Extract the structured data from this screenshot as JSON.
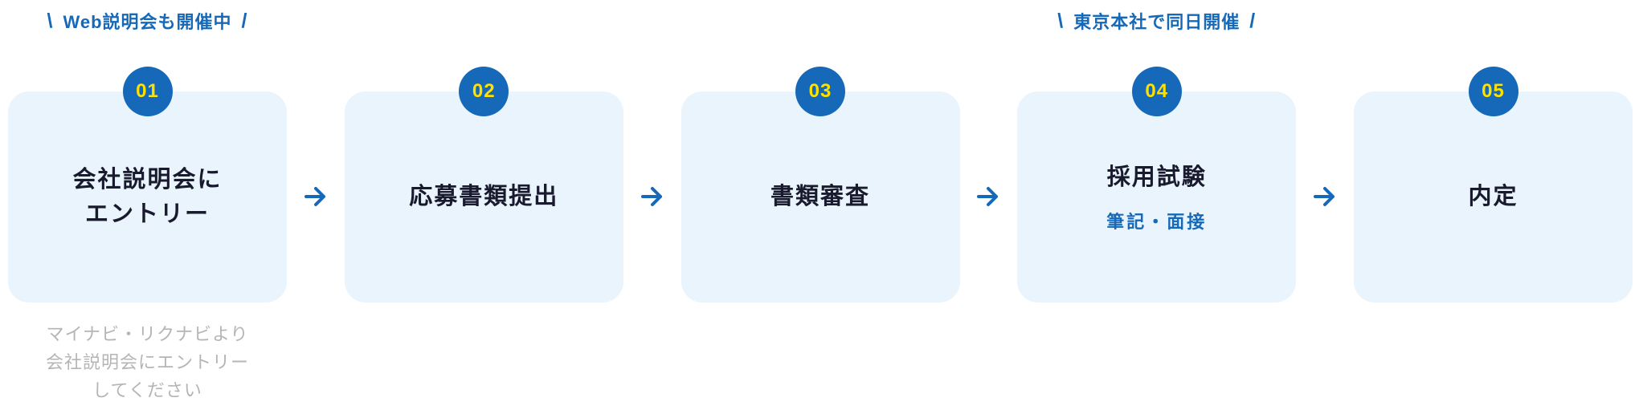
{
  "colors": {
    "background": "#ffffff",
    "card_bg": "#e9f4fc",
    "badge_bg": "#1569b8",
    "badge_number": "#ffe100",
    "accent_blue": "#1569b8",
    "title_text": "#1a1a2e",
    "note_text": "#b5b5b5"
  },
  "icons": {
    "arrow": "arrow-right"
  },
  "steps": [
    {
      "number": "01",
      "title_lines": [
        "会社説明会に",
        "エントリー"
      ],
      "callout": {
        "prefix": "\\",
        "text": "Web説明会も開催中",
        "suffix": "/"
      },
      "note_lines": [
        "マイナビ・リクナビより",
        "会社説明会にエントリー",
        "してください"
      ]
    },
    {
      "number": "02",
      "title_lines": [
        "応募書類提出"
      ]
    },
    {
      "number": "03",
      "title_lines": [
        "書類審査"
      ]
    },
    {
      "number": "04",
      "title_lines": [
        "採用試験"
      ],
      "subtitle": "筆記・面接",
      "callout": {
        "prefix": "\\",
        "text": "東京本社で同日開催",
        "suffix": "/"
      }
    },
    {
      "number": "05",
      "title_lines": [
        "内定"
      ]
    }
  ]
}
